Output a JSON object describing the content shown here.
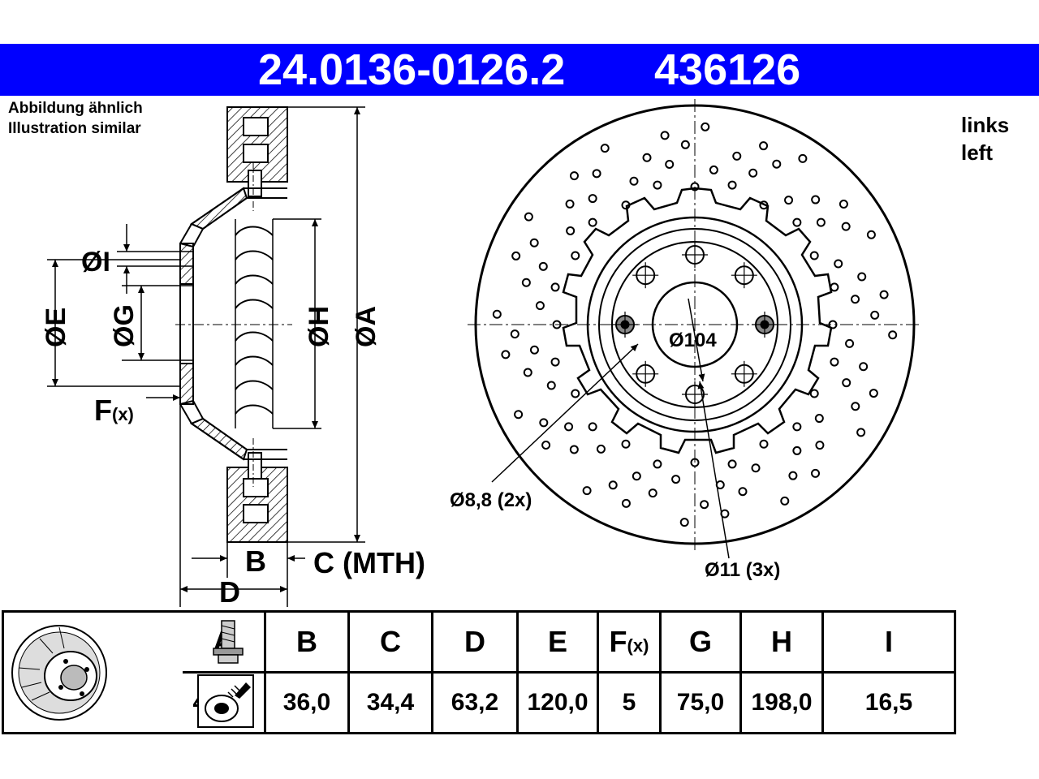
{
  "header": {
    "article_number": "24.0136-0126.2",
    "ref_number": "436126"
  },
  "notes": {
    "illustration_de": "Abbildung ähnlich",
    "illustration_en": "Illustration similar",
    "side_de": "links",
    "side_en": "left"
  },
  "side_view": {
    "dim_I": "ØI",
    "dim_E": "ØE",
    "dim_G": "ØG",
    "dim_H": "ØH",
    "dim_A": "ØA",
    "dim_F": "F",
    "dim_F_sub": "(x)",
    "dim_B": "B",
    "dim_C": "C (MTH)",
    "dim_D": "D"
  },
  "front_view": {
    "center_bore": "Ø104",
    "small_holes": "Ø8,8 (2x)",
    "large_holes": "Ø11 (3x)"
  },
  "spec_table": {
    "columns": [
      {
        "key": "A",
        "label": "A",
        "value": "400,0"
      },
      {
        "key": "B",
        "label": "B",
        "value": "36,0"
      },
      {
        "key": "C",
        "label": "C",
        "value": "34,4"
      },
      {
        "key": "D",
        "label": "D",
        "value": "63,2"
      },
      {
        "key": "E",
        "label": "E",
        "value": "120,0"
      },
      {
        "key": "F",
        "label": "F",
        "label_sub": "(x)",
        "value": "5"
      },
      {
        "key": "G",
        "label": "G",
        "value": "75,0"
      },
      {
        "key": "H",
        "label": "H",
        "value": "198,0"
      },
      {
        "key": "I",
        "label": "I",
        "value": "16,5"
      }
    ]
  },
  "icons": {
    "disc_thumbnail": "brake-disc-icon",
    "bolt": "bolt-icon",
    "caution": "caution-spray-icon"
  },
  "colors": {
    "header_bg": "#0000ff",
    "header_text": "#ffffff",
    "lines": "#000000"
  }
}
